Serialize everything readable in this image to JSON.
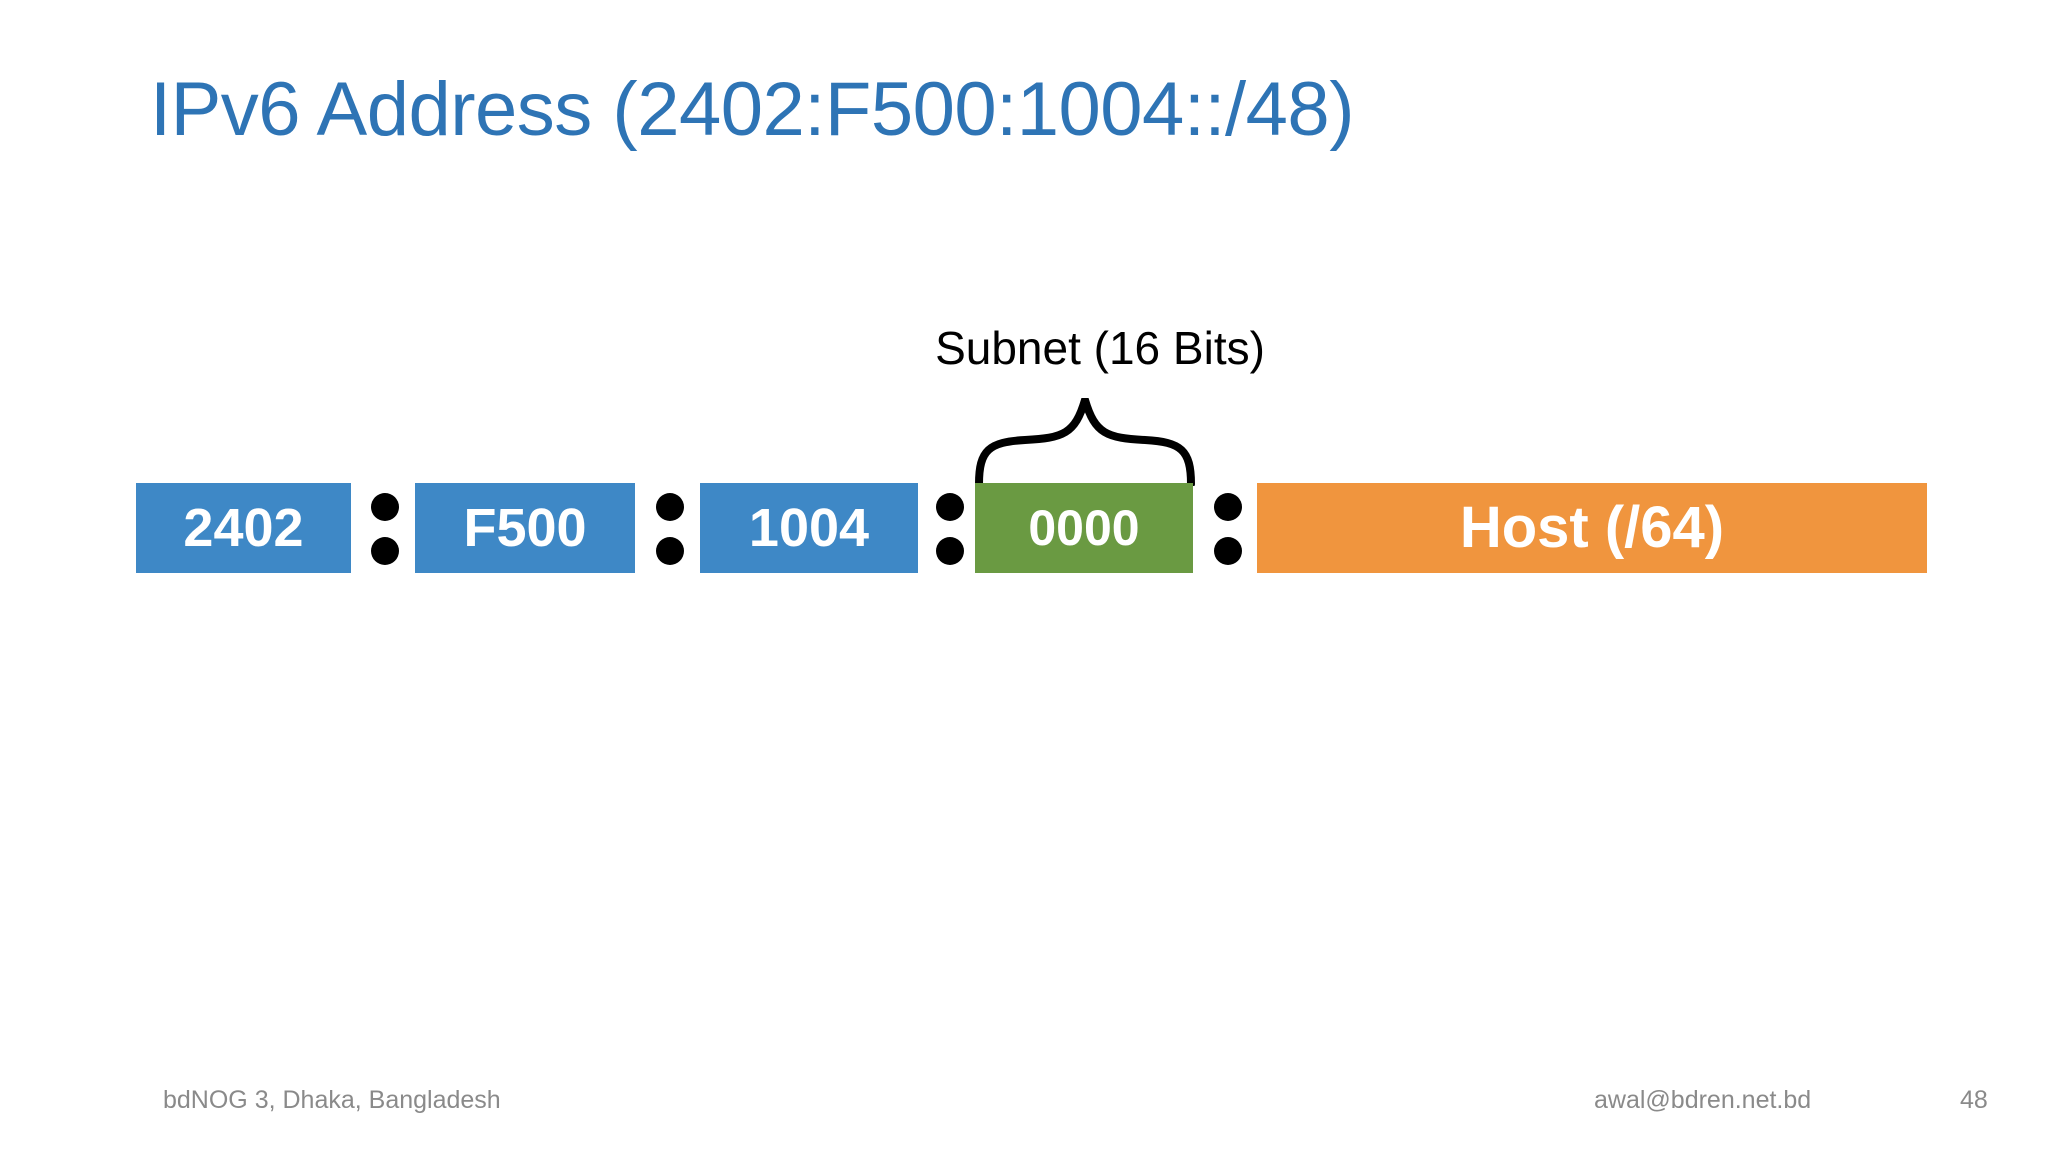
{
  "slide": {
    "title": "IPv6 Address (2402:F500:1004::/48)",
    "title_color": "#2E74B5",
    "background": "#ffffff"
  },
  "diagram": {
    "caption": "Subnet (16 Bits)",
    "brace_icon": "curly-brace-up-icon",
    "separator_icon": "colon-separator-icon",
    "separator_symbol": ":",
    "colors": {
      "prefix_block": "#3E88C6",
      "subnet_block": "#6A9A42",
      "host_block": "#F0953E",
      "block_text": "#FFFFFF",
      "separator_dot": "#000000"
    },
    "blocks": [
      {
        "label": "2402",
        "type": "prefix"
      },
      {
        "label": "F500",
        "type": "prefix"
      },
      {
        "label": "1004",
        "type": "prefix"
      },
      {
        "label": "0000",
        "type": "subnet"
      },
      {
        "label": "Host (/64)",
        "type": "host"
      }
    ]
  },
  "footer": {
    "event": "bdNOG 3, Dhaka, Bangladesh",
    "email": "awal@bdren.net.bd",
    "page_number": "48"
  }
}
